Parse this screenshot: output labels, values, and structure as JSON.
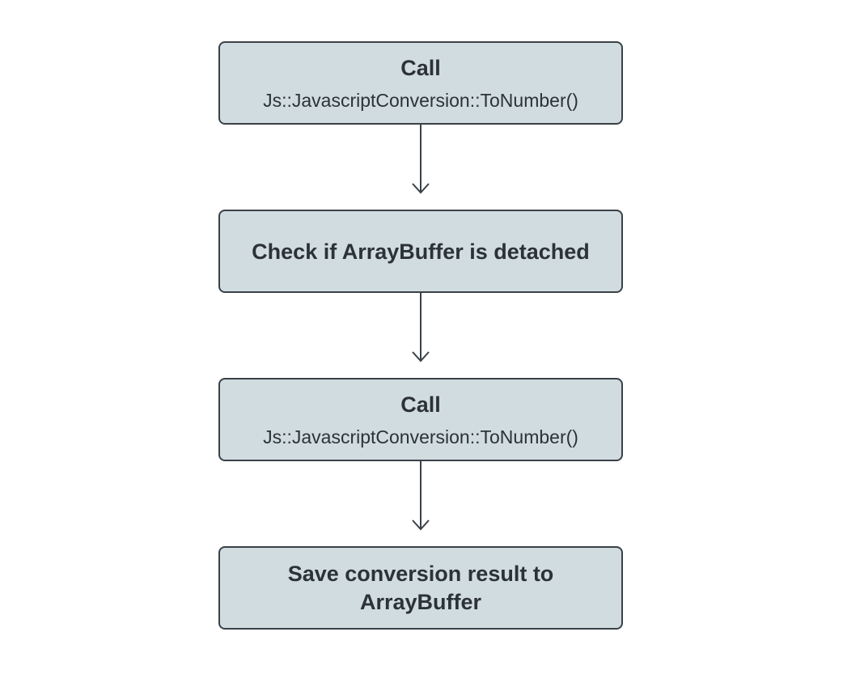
{
  "diagram": {
    "nodes": [
      {
        "id": "n1",
        "title": "Call",
        "subtitle": "Js::JavascriptConversion::ToNumber()"
      },
      {
        "id": "n2",
        "title": "Check if ArrayBuffer is detached"
      },
      {
        "id": "n3",
        "title": "Call",
        "subtitle": "Js::JavascriptConversion::ToNumber()"
      },
      {
        "id": "n4",
        "title": "Save conversion result to ArrayBuffer"
      }
    ],
    "edges": [
      {
        "from": "n1",
        "to": "n2"
      },
      {
        "from": "n2",
        "to": "n3"
      },
      {
        "from": "n3",
        "to": "n4"
      }
    ],
    "colors": {
      "node_fill": "#d1dce1",
      "node_border": "#3a4147",
      "text": "#2b3238",
      "arrow": "#3a4147"
    }
  }
}
